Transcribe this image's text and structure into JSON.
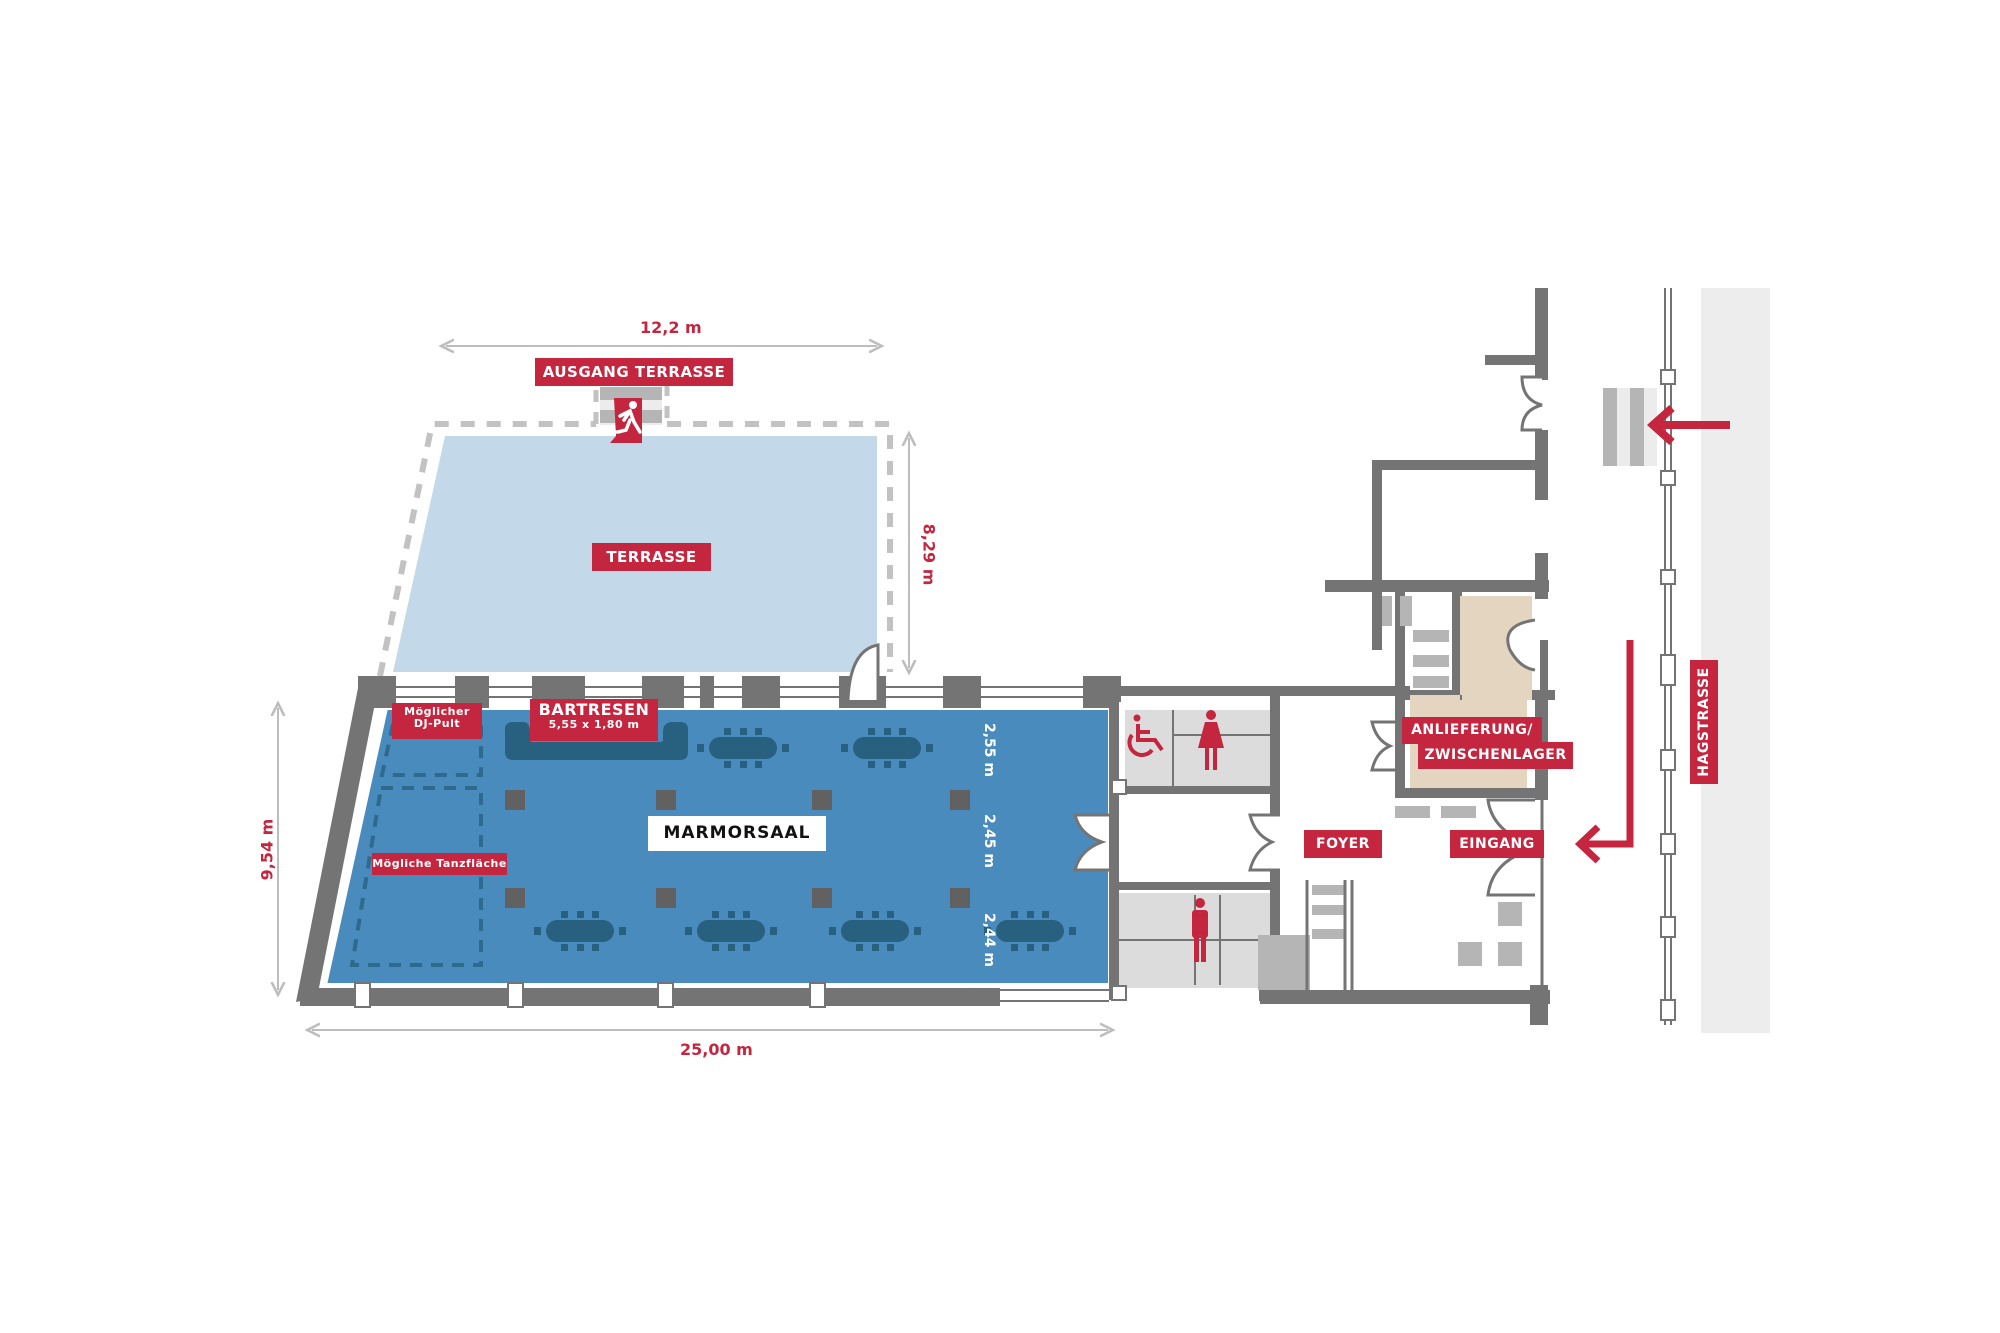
{
  "colors": {
    "accent_red": "#c4253f",
    "wall_gray": "#747474",
    "hall_blue": "#4a8bbd",
    "furniture_blue": "#27617f",
    "terrace_blue": "#c3d8e8",
    "storage_beige": "#e3d5bf",
    "restroom_gray": "#dcdcdc",
    "street_gray": "#ededed",
    "dimension_gray": "#bdbdbd"
  },
  "rooms": {
    "terrasse": {
      "label": "TERRASSE"
    },
    "ausgang_terrasse": {
      "label": "AUSGANG TERRASSE"
    },
    "marmorsaal": {
      "label": "MARMORSAAL"
    },
    "bartresen": {
      "label": "BARTRESEN",
      "size": "5,55 x 1,80 m"
    },
    "dj_pult": {
      "line1": "Möglicher",
      "line2": "DJ-Pult"
    },
    "tanzflaeche": {
      "label": "Mögliche Tanzfläche"
    },
    "foyer": {
      "label": "FOYER"
    },
    "eingang": {
      "label": "EINGANG"
    },
    "anlieferung": {
      "line1": "ANLIEFERUNG/",
      "line2": "ZWISCHENLAGER"
    },
    "street": {
      "label": "HAGSTRASSE"
    }
  },
  "dimensions": {
    "terrace_width": "12,2 m",
    "terrace_depth": "8,29 m",
    "hall_depth": "9,54 m",
    "hall_length": "25,00 m",
    "gap_1": "2,55 m",
    "gap_2": "2,45 m",
    "gap_3": "2,44 m"
  },
  "icons": {
    "exit": "emergency-exit-running-man",
    "wheelchair": "accessible-restroom",
    "women": "women-restroom",
    "men": "men-restroom",
    "arrow_street": "entry-arrow-left",
    "arrow_entrance": "entry-arrow-path"
  }
}
